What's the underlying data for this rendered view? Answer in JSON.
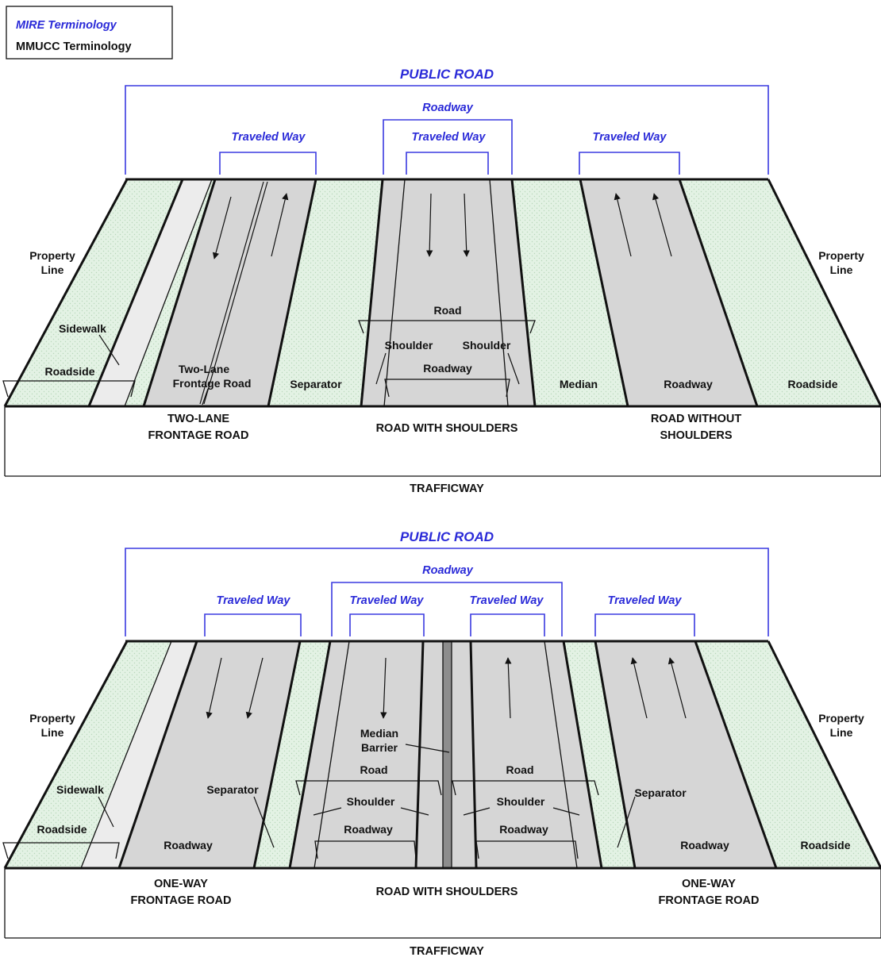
{
  "legend": {
    "mire": "MIRE Terminology",
    "mmucc": "MMUCC Terminology"
  },
  "colors": {
    "mire": "#2a2ad8",
    "mmucc": "#111111",
    "pavement": "#d6d6d6",
    "grass": "#e3f2e4",
    "sidewalk": "#ececec"
  },
  "top_diagram": {
    "public_road": "PUBLIC ROAD",
    "roadway_mire": "Roadway",
    "traveled_way": "Traveled Way",
    "property_line": "Property\nLine",
    "sidewalk": "Sidewalk",
    "roadside": "Roadside",
    "two_lane_frontage_road": "Two-Lane\nFrontage Road",
    "separator": "Separator",
    "road": "Road",
    "shoulder": "Shoulder",
    "roadway": "Roadway",
    "median": "Median",
    "section_frontage": "TWO-LANE\nFRONTAGE ROAD",
    "section_shoulders": "ROAD WITH SHOULDERS",
    "section_no_shoulders": "ROAD WITHOUT\nSHOULDERS",
    "trafficway": "TRAFFICWAY"
  },
  "bottom_diagram": {
    "public_road": "PUBLIC ROAD",
    "roadway_mire": "Roadway",
    "traveled_way": "Traveled Way",
    "property_line": "Property\nLine",
    "sidewalk": "Sidewalk",
    "roadside": "Roadside",
    "separator": "Separator",
    "median_barrier": "Median\nBarrier",
    "road": "Road",
    "shoulder": "Shoulder",
    "roadway": "Roadway",
    "section_oneway_left": "ONE-WAY\nFRONTAGE ROAD",
    "section_shoulders": "ROAD WITH SHOULDERS",
    "section_oneway_right": "ONE-WAY\nFRONTAGE ROAD",
    "trafficway": "TRAFFICWAY"
  }
}
